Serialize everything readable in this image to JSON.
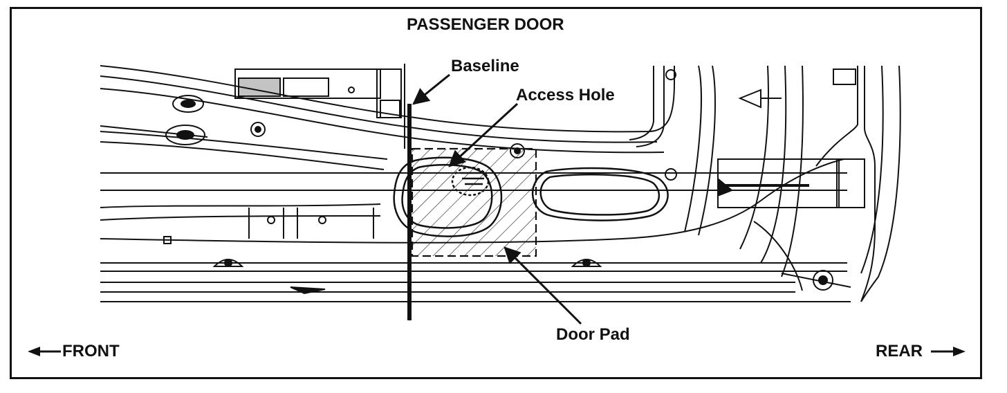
{
  "diagram": {
    "title": "PASSENGER DOOR",
    "labels": {
      "baseline": "Baseline",
      "access_hole": "Access Hole",
      "door_pad": "Door Pad"
    },
    "directions": {
      "front": "FRONT",
      "rear": "REAR"
    }
  },
  "colors": {
    "ink": "#111111",
    "background": "#ffffff"
  }
}
